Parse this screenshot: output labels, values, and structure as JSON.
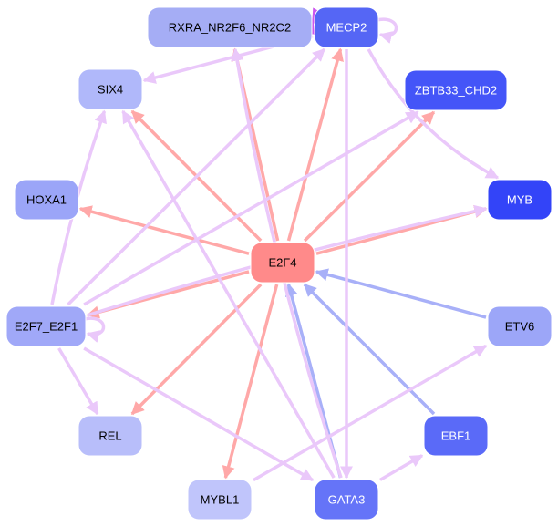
{
  "graph": {
    "type": "directed-network",
    "nodes": [
      {
        "id": "RXRA_NR2F6_NR2C2",
        "label": "RXRA_NR2F6_NR2C2",
        "fill": "#a5adf5",
        "text": "#000000"
      },
      {
        "id": "MECP2",
        "label": "MECP2",
        "fill": "#5566f5",
        "text": "#ffffff"
      },
      {
        "id": "SIX4",
        "label": "SIX4",
        "fill": "#b0b8fa",
        "text": "#000000"
      },
      {
        "id": "ZBTB33_CHD2",
        "label": "ZBTB33_CHD2",
        "fill": "#4455f8",
        "text": "#ffffff"
      },
      {
        "id": "HOXA1",
        "label": "HOXA1",
        "fill": "#9ba5f8",
        "text": "#000000"
      },
      {
        "id": "MYB",
        "label": "MYB",
        "fill": "#3344f8",
        "text": "#ffffff"
      },
      {
        "id": "E2F4",
        "label": "E2F4",
        "fill": "#ff8a8a",
        "text": "#000000"
      },
      {
        "id": "E2F7_E2F1",
        "label": "E2F7_E2F1",
        "fill": "#a0a8f8",
        "text": "#000000"
      },
      {
        "id": "ETV6",
        "label": "ETV6",
        "fill": "#9ca6f8",
        "text": "#000000"
      },
      {
        "id": "REL",
        "label": "REL",
        "fill": "#b8befa",
        "text": "#000000"
      },
      {
        "id": "EBF1",
        "label": "EBF1",
        "fill": "#5a6af8",
        "text": "#ffffff"
      },
      {
        "id": "MYBL1",
        "label": "MYBL1",
        "fill": "#c0c5fb",
        "text": "#000000"
      },
      {
        "id": "GATA3",
        "label": "GATA3",
        "fill": "#6574f8",
        "text": "#ffffff"
      }
    ],
    "edges": [
      {
        "from": "E2F4",
        "to": "RXRA_NR2F6_NR2C2",
        "kind": "activation"
      },
      {
        "from": "E2F4",
        "to": "MECP2",
        "kind": "activation"
      },
      {
        "from": "E2F4",
        "to": "SIX4",
        "kind": "activation"
      },
      {
        "from": "E2F4",
        "to": "ZBTB33_CHD2",
        "kind": "activation"
      },
      {
        "from": "E2F4",
        "to": "HOXA1",
        "kind": "activation"
      },
      {
        "from": "E2F4",
        "to": "MYB",
        "kind": "activation"
      },
      {
        "from": "E2F4",
        "to": "E2F7_E2F1",
        "kind": "activation"
      },
      {
        "from": "E2F4",
        "to": "REL",
        "kind": "activation"
      },
      {
        "from": "E2F4",
        "to": "MYBL1",
        "kind": "activation"
      },
      {
        "from": "ETV6",
        "to": "E2F4",
        "kind": "repression"
      },
      {
        "from": "EBF1",
        "to": "E2F4",
        "kind": "repression"
      },
      {
        "from": "GATA3",
        "to": "E2F4",
        "kind": "repression"
      },
      {
        "from": "RXRA_NR2F6_NR2C2",
        "to": "MECP2",
        "kind": "strong"
      },
      {
        "from": "MECP2",
        "to": "RXRA_NR2F6_NR2C2",
        "kind": "strong"
      },
      {
        "from": "MECP2",
        "to": "MECP2",
        "kind": "neutral"
      },
      {
        "from": "MECP2",
        "to": "SIX4",
        "kind": "neutral"
      },
      {
        "from": "MECP2",
        "to": "MYB",
        "kind": "neutral"
      },
      {
        "from": "MECP2",
        "to": "GATA3",
        "kind": "neutral"
      },
      {
        "from": "E2F7_E2F1",
        "to": "MECP2",
        "kind": "neutral"
      },
      {
        "from": "E2F7_E2F1",
        "to": "SIX4",
        "kind": "neutral"
      },
      {
        "from": "E2F7_E2F1",
        "to": "ZBTB33_CHD2",
        "kind": "neutral"
      },
      {
        "from": "E2F7_E2F1",
        "to": "MYB",
        "kind": "neutral"
      },
      {
        "from": "E2F7_E2F1",
        "to": "E2F7_E2F1",
        "kind": "neutral"
      },
      {
        "from": "E2F7_E2F1",
        "to": "REL",
        "kind": "neutral"
      },
      {
        "from": "E2F7_E2F1",
        "to": "GATA3",
        "kind": "neutral"
      },
      {
        "from": "GATA3",
        "to": "SIX4",
        "kind": "neutral"
      },
      {
        "from": "GATA3",
        "to": "RXRA_NR2F6_NR2C2",
        "kind": "neutral"
      },
      {
        "from": "GATA3",
        "to": "EBF1",
        "kind": "neutral"
      },
      {
        "from": "MYBL1",
        "to": "ETV6",
        "kind": "neutral"
      }
    ],
    "edge_colors": {
      "activation": "#ffa8a8",
      "repression": "#a8b0f8",
      "neutral": "#eac8fa",
      "strong": "#cc55ee"
    }
  }
}
